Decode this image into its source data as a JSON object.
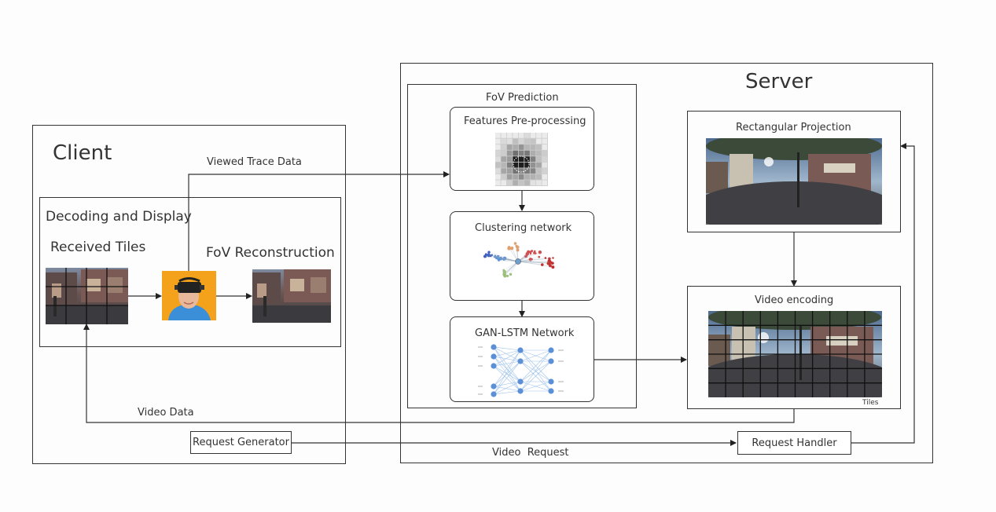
{
  "client": {
    "title": "Client",
    "decoding": {
      "title": "Decoding and Display",
      "received_tiles": "Received Tiles",
      "fov_reconstruction": "FoV Reconstruction"
    },
    "request_generator": "Request Generator"
  },
  "server": {
    "title": "Server",
    "fov_prediction": {
      "title": "FoV Prediction",
      "features": "Features Pre-processing",
      "clustering": "Clustering network",
      "gan_lstm": "GAN-LSTM Network"
    },
    "rect_projection": "Rectangular Projection",
    "video_encoding": "Video encoding",
    "tiles": "Tiles",
    "request_handler": "Request Handler"
  },
  "flows": {
    "viewed_trace": "Viewed Trace Data",
    "video_data": "Video Data",
    "video_request": "Video  Request"
  },
  "colors": {
    "stroke": "#333333",
    "node_blue": "#5b8fd6",
    "headset_bg": "#f4a21c",
    "shirt": "#3a8fd8"
  }
}
